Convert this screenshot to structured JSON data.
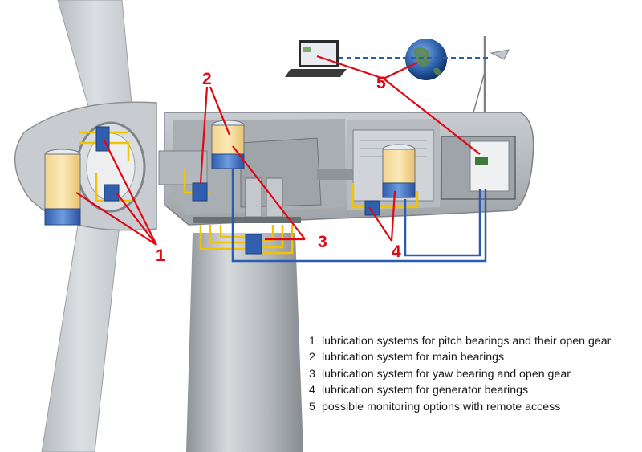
{
  "callouts": {
    "pitch": "1",
    "main_bearing": "2",
    "yaw": "3",
    "generator": "4",
    "monitoring": "5"
  },
  "legend": [
    {
      "num": "1",
      "text": "lubrication systems for pitch bearings and their open gear"
    },
    {
      "num": "2",
      "text": "lubrication system for main bearings"
    },
    {
      "num": "3",
      "text": "lubrication system for yaw bearing and open gear"
    },
    {
      "num": "4",
      "text": "lubrication system for generator bearings"
    },
    {
      "num": "5",
      "text": "possible monitoring options with remote access"
    }
  ],
  "colors": {
    "callout_red": "#e30613",
    "grease_lines": "#f2c300",
    "signal_lines": "#2a5db0",
    "tower_gray": "#b5b9bd"
  },
  "icons": [
    "laptop-icon",
    "globe-icon",
    "weather-mast-icon"
  ]
}
